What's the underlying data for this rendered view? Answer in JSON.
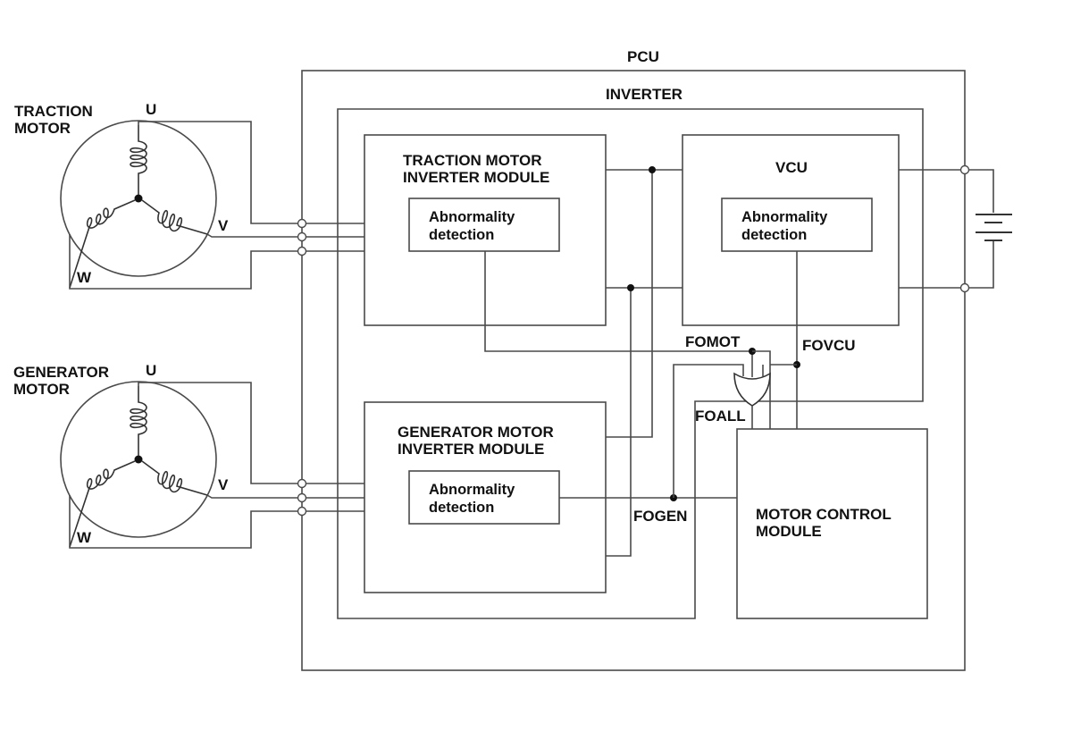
{
  "pcu": "PCU",
  "inverter": "INVERTER",
  "traction_motor": {
    "line1": "TRACTION",
    "line2": "MOTOR",
    "u": "U",
    "v": "V",
    "w": "W"
  },
  "generator_motor": {
    "line1": "GENERATOR",
    "line2": "MOTOR",
    "u": "U",
    "v": "V",
    "w": "W"
  },
  "traction_module": {
    "line1": "TRACTION MOTOR",
    "line2": "INVERTER MODULE",
    "detect1": "Abnormality",
    "detect2": "detection"
  },
  "generator_module": {
    "line1": "GENERATOR MOTOR",
    "line2": "INVERTER MODULE",
    "detect1": "Abnormality",
    "detect2": "detection"
  },
  "vcu": {
    "title": "VCU",
    "detect1": "Abnormality",
    "detect2": "detection"
  },
  "motor_control": {
    "line1": "MOTOR CONTROL",
    "line2": "MODULE"
  },
  "signals": {
    "fomot": "FOMOT",
    "fovcu": "FOVCU",
    "foall": "FOALL",
    "fogen": "FOGEN"
  }
}
